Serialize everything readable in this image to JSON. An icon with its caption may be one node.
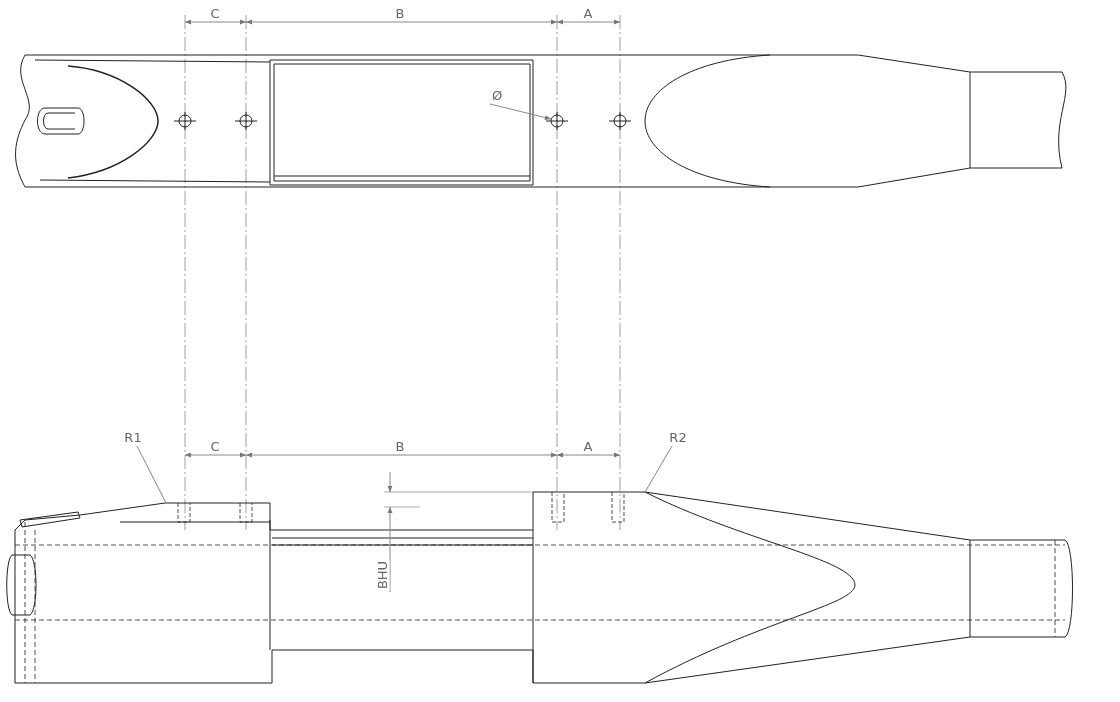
{
  "diagram": {
    "nodes": [
      {
        "text": [
          "Ø"
        ]
      },
      {
        "text": [
          "R1"
        ]
      },
      {
        "text": [
          "R2"
        ]
      }
    ],
    "edges": [
      {
        "from": 0,
        "to": null,
        "arrow": "to"
      },
      {
        "from": 1,
        "to": null,
        "arrow": "none"
      },
      {
        "from": 2,
        "to": null,
        "arrow": "none"
      }
    ],
    "labels": [
      "C",
      "B",
      "A",
      "C",
      "B",
      "A",
      "BHU"
    ]
  }
}
